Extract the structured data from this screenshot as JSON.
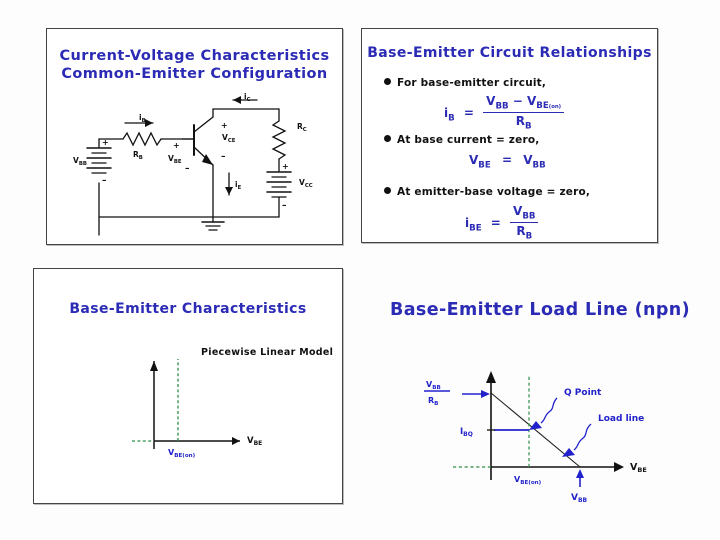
{
  "slide": {
    "panels": [
      {
        "id": "current-voltage-characteristics",
        "title_line1": "Current-Voltage Characteristics",
        "title_line2": "Common-Emitter Configuration",
        "figure": "common-emitter-circuit-diagram",
        "labels": {
          "vbb": "V",
          "vbb_sub": "BB",
          "rb": "R",
          "rb_sub": "B",
          "ib": "i",
          "ib_sub": "B",
          "ic": "i",
          "ic_sub": "C",
          "ie": "i",
          "ie_sub": "E",
          "vbe": "V",
          "vbe_sub": "BE",
          "vce": "V",
          "vce_sub": "CE",
          "rc": "R",
          "rc_sub": "C",
          "vcc": "V",
          "vcc_sub": "CC",
          "plus": "+",
          "minus": "−"
        }
      },
      {
        "id": "base-emitter-circuit-relationships",
        "title": "Base-Emitter Circuit Relationships",
        "bullets": [
          "For base-emitter circuit,",
          "At base current = zero,",
          "At emitter-base voltage = zero,"
        ],
        "equations": [
          {
            "id": "ib-equation",
            "lhs": "i",
            "lhs_sub": "B",
            "eq": "=",
            "numerator": "V_BB − V_BE(on)",
            "denominator": "R_B"
          },
          {
            "id": "vbe-equals-vbb",
            "text": "V_BE  =  V_BB"
          },
          {
            "id": "ibe-equation",
            "lhs": "i",
            "lhs_sub": "BE",
            "eq": "=",
            "numerator": "V_BB",
            "denominator": "R_B"
          }
        ]
      },
      {
        "id": "base-emitter-characteristics",
        "title": "Base-Emitter Characteristics",
        "annotation": "Piecewise Linear Model",
        "axis_x_label": "V",
        "axis_x_sub": "BE",
        "threshold_label": "V",
        "threshold_sub": "BE(on)",
        "figure": "piecewise-linear-characteristic-graph"
      },
      {
        "id": "base-emitter-load-line",
        "title": "Base-Emitter Load Line (npn)",
        "figure": "base-emitter-load-line-graph",
        "axis_x_label": "V",
        "axis_x_sub": "BE",
        "y_intercept_num": "V_BB",
        "y_intercept_den": "R_B",
        "q_current_label": "I",
        "q_current_sub": "BQ",
        "q_point_label": "Q Point",
        "load_line_label": "Load line",
        "threshold_label": "V",
        "threshold_sub": "BE(on)",
        "x_intercept_label": "V",
        "x_intercept_sub": "BB"
      }
    ],
    "colors": {
      "title_blue": "#2b2bb5",
      "label_blue": "#2222cc",
      "axis_black": "#111111",
      "dashed_green": "#2f8f46",
      "border_gray": "#444444",
      "background": "#ffffff"
    }
  }
}
